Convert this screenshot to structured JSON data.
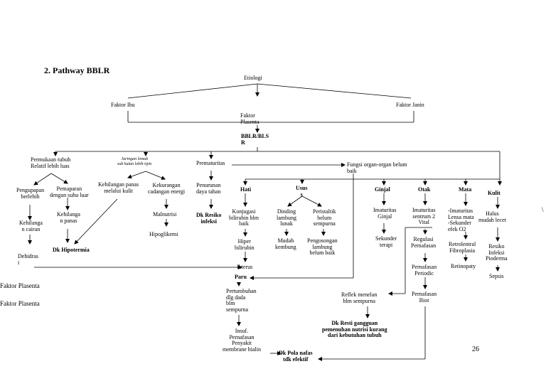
{
  "heading": "2.  Pathway BBLR",
  "page_number": "26",
  "margin_mark": "\\",
  "side_labels": [
    "Faktor Plasenta",
    "Faktor Plasenta"
  ],
  "nodes": {
    "etiologi": "Etiologi",
    "faktor_ibu": "Faktor Ibu",
    "faktor_janin": "Faktor Janin",
    "faktor_plasenta": "Faktor\nPlasenta",
    "bblr": "BBLR/BLS\nR",
    "permukaan_tubuh": "Permukaan tubuh\nRelatif lebih luas",
    "jaringan_lemak": "Jaringan lemak\nsub kutan lebih tipis",
    "prematuritas": "Prematuritas",
    "fungsi_organ": "Fungsi organ-organ belum\nbaik",
    "pengupapan": "Pengupapan\nberlebih",
    "pemaparan": "Pemaparan\ndengan suhu luar",
    "kehilangan_panas_kulit": "Kehilangan panas\nmelalui kulit",
    "kekurangan_cadangan": "Kekurangan\ncadangan energi",
    "penurunan_daya_tahan": "Penurunan\ndaya tahan",
    "kehilangan_cairan": "Kehilanga\nn cairan",
    "kehilangan_panas": "Kehilanga\nn panas",
    "malnutrisi": "Malnutrisi",
    "hipoglikemi": "Hipoglikemi",
    "dk_resiko_infeksi": "Dk Resiko\ninfeksi",
    "dk_hipotermia": "Dk Hipotermia",
    "dehidrasi": "Dehidras\ni",
    "hati": "Hati",
    "usus": "Usus\ns",
    "ginjal": "Ginjal",
    "otak": "Otak",
    "mata": "Mata",
    "kulit": "Kulit",
    "konjugasi": "Konjugasi\nbilirubin blm\nbaik",
    "hiper_bilirubin": "Hiper\nbilirubin",
    "ikterus": "Ikterus",
    "dinding_lambung": "Dinding\nlambung\nlunak",
    "peristaltik": "Peristaltik\nbelum\nsempurna",
    "mudah_kembung": "Mudah\nkembung",
    "pengosongan": "Pengosongan\nlambung\nbelum baik",
    "imaturitas_ginjal": "Imaturitas\nGinjal",
    "sekunder_terapi": "Sekunder\nterapi",
    "imaturitas_sentrum": "Imaturitas\nsentrum 2\nVital",
    "regulasi": "Regulasi\nPernafasan",
    "pernafasan_periodik": "Pernafasan\nPeriodic",
    "pernafasan_biot": "Pernafasan\nBiot",
    "mata_list": "-Imaturitas\nLensa mata\n-Sekunder\nefek O2",
    "retrolental": "Retrolentral\nFibroplasia",
    "retinopaty": "Retinopaty",
    "halus": "Halus\nmudah lecet",
    "resiko_infeksi_pioderma": "Resiko\nInfeksi\nPioderma",
    "sepsis": "Sepsis",
    "paru": "Paru",
    "pertumbuhan": "Pertumbuhan\ndlg dada\nblm\nsempurna",
    "insuf": "Insuf.\nPernafasan\nPenyakit\nmembrane hialin",
    "dk_pola_nafas": "Dk Pola nafas\ntdk efektif",
    "reflek_menelan": "Reflek menelan\nblm sempurna",
    "dk_resti": "Dk Resti gangguan\npemenuhan nutrisi kurang\ndari kebutuhan tubuh"
  }
}
